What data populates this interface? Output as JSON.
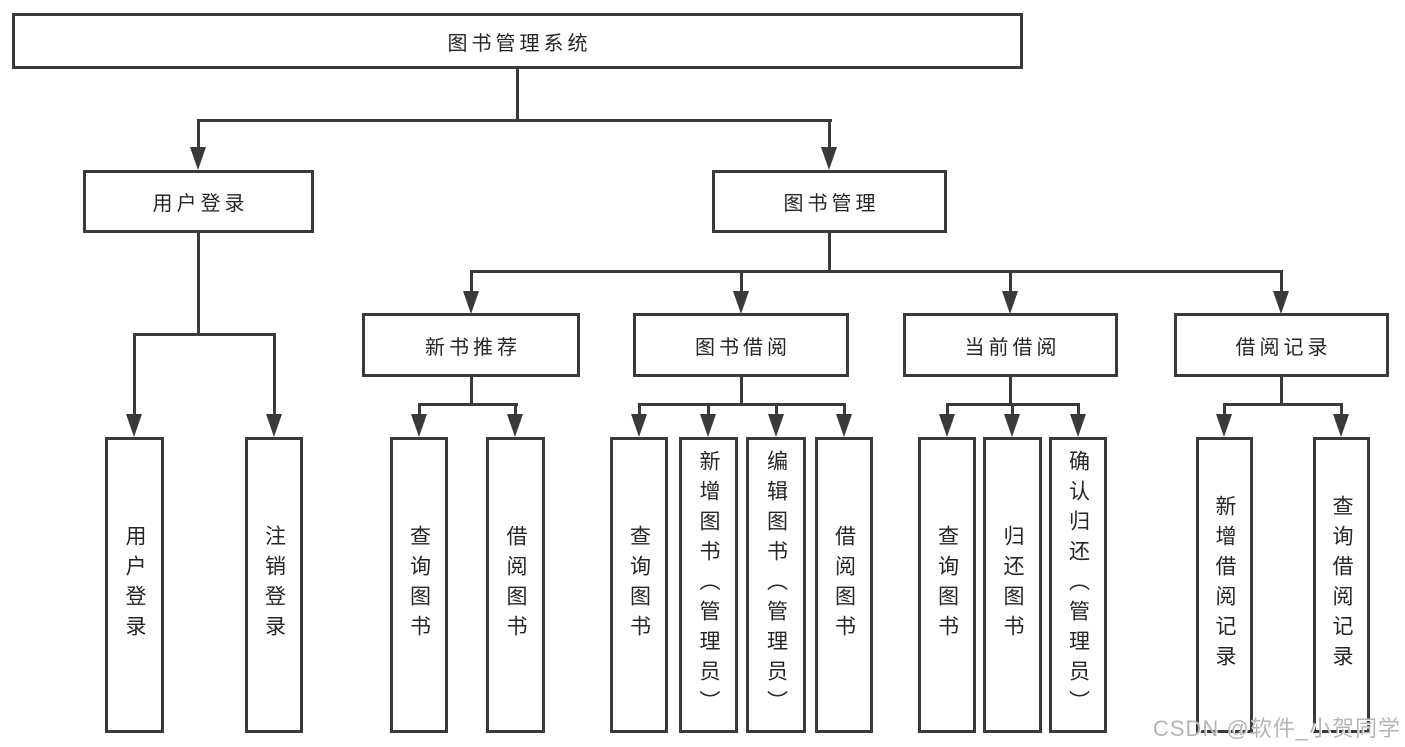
{
  "diagram_type": "hierarchy-tree",
  "watermark": "CSDN @软件_小贺同学",
  "colors": {
    "line": "#3a3a3a",
    "text": "#262626",
    "watermark": "#b5b5b5",
    "background": "#ffffff"
  },
  "tree": {
    "label": "图书管理系统",
    "children": [
      {
        "label": "用户登录",
        "children": [
          {
            "label": "用户登录"
          },
          {
            "label": "注销登录"
          }
        ]
      },
      {
        "label": "图书管理",
        "children": [
          {
            "label": "新书推荐",
            "children": [
              {
                "label": "查询图书"
              },
              {
                "label": "借阅图书"
              }
            ]
          },
          {
            "label": "图书借阅",
            "children": [
              {
                "label": "查询图书"
              },
              {
                "label": "新增图书（管理员）"
              },
              {
                "label": "编辑图书（管理员）"
              },
              {
                "label": "借阅图书"
              }
            ]
          },
          {
            "label": "当前借阅",
            "children": [
              {
                "label": "查询图书"
              },
              {
                "label": "归还图书"
              },
              {
                "label": "确认归还（管理员）"
              }
            ]
          },
          {
            "label": "借阅记录",
            "children": [
              {
                "label": "新增借阅记录"
              },
              {
                "label": "查询借阅记录"
              }
            ]
          }
        ]
      }
    ]
  }
}
